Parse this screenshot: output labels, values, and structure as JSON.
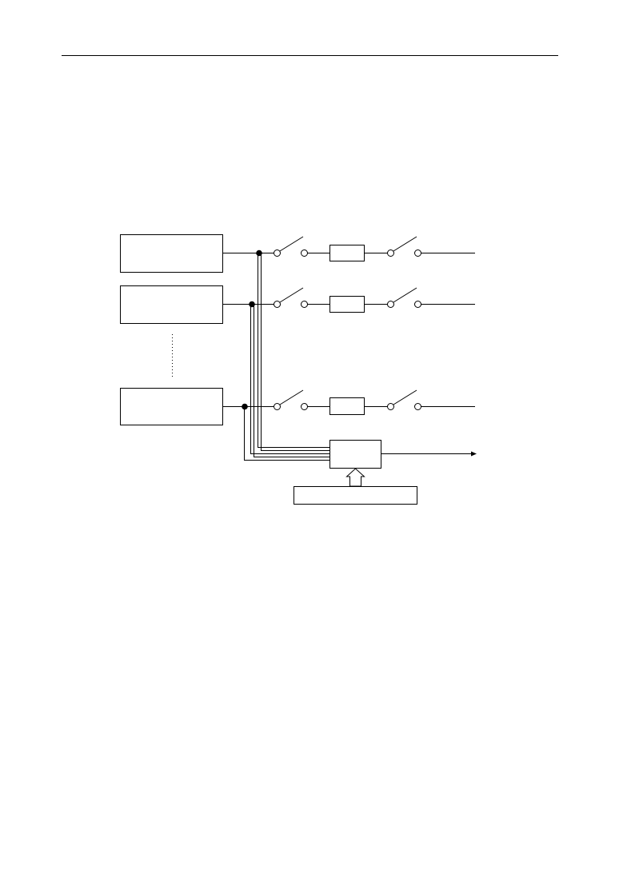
{
  "diagram": {
    "blocks": [
      {
        "id": "source-1",
        "label": ""
      },
      {
        "id": "source-2",
        "label": ""
      },
      {
        "id": "source-n",
        "label": ""
      },
      {
        "id": "combiner",
        "label": ""
      },
      {
        "id": "control",
        "label": ""
      }
    ],
    "branches": 3,
    "colors": {
      "line": "#000000",
      "background": "#ffffff"
    }
  }
}
